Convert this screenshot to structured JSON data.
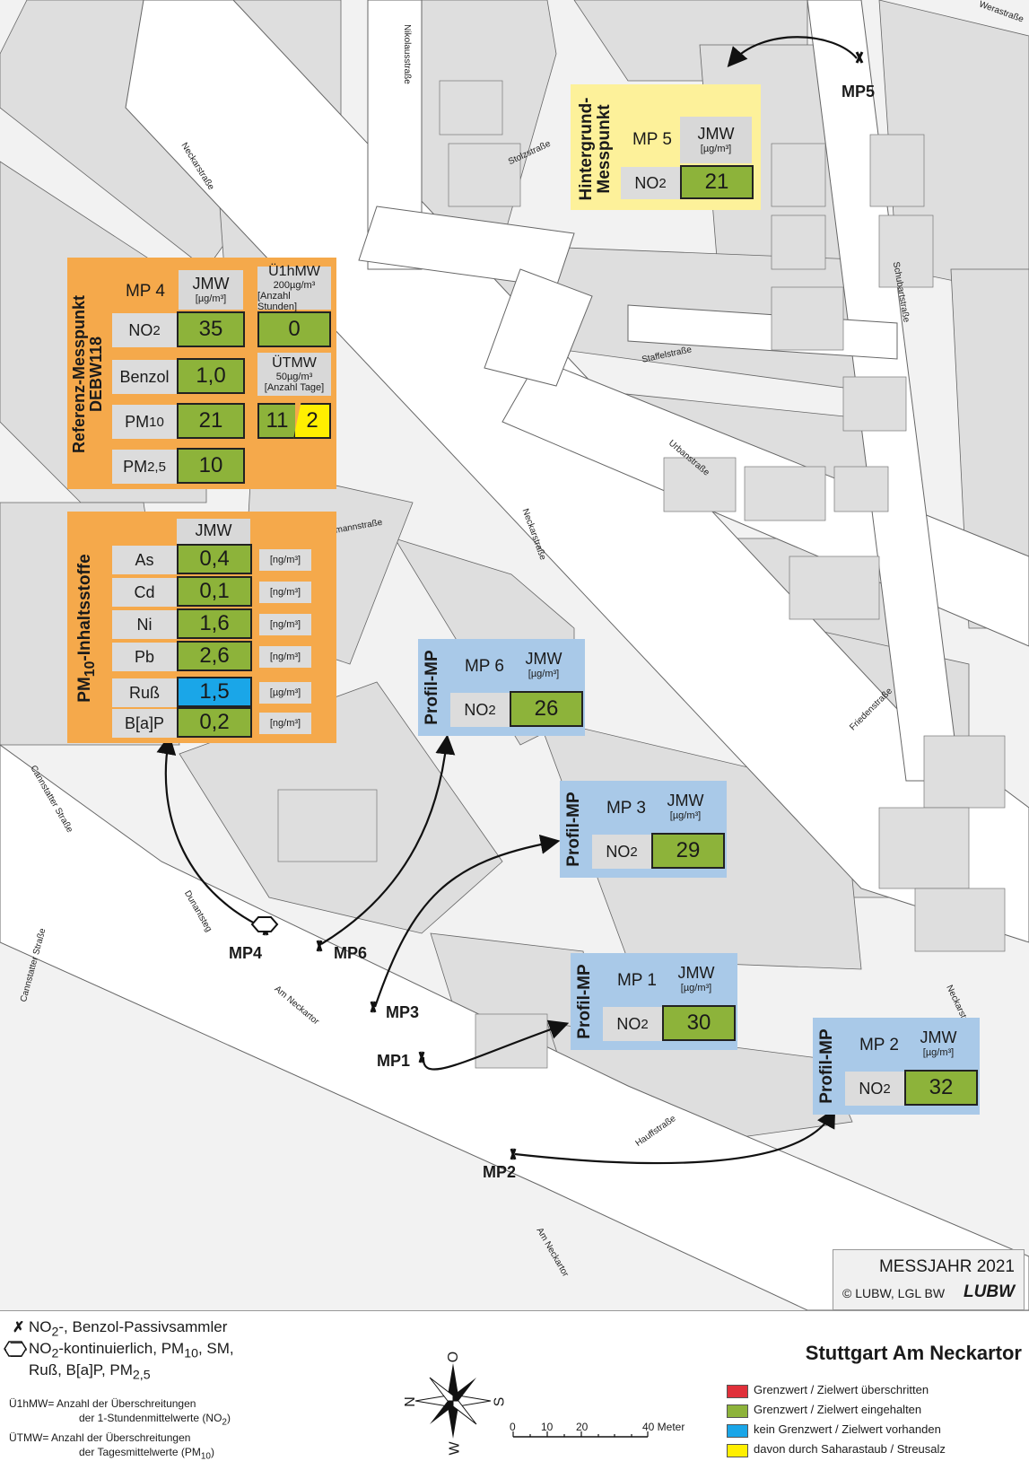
{
  "title": "Stuttgart Am Neckartor",
  "year_label": "MESSJAHR 2021",
  "copyright": "© LUBW, LGL BW",
  "logo_text": "LUBW",
  "colors": {
    "green": "#8db33a",
    "blue": "#1aa6e8",
    "yellow": "#ffef00",
    "red": "#e0303a",
    "orange": "#f5a94b",
    "paleyellow": "#fdf19a",
    "lightblue": "#a9c9e8"
  },
  "mp5": {
    "side": "Hintergrund-\nMesspunkt",
    "name": "MP 5",
    "jmw": "JMW",
    "unit": "[µg/m³]",
    "param": "NO2",
    "value": "21"
  },
  "mp4": {
    "side": "Referenz-Messpunkt\nDEBW118",
    "name": "MP 4",
    "jmw": "JMW",
    "unit": "[µg/m³]",
    "u1hmw": "Ü1hMW",
    "u1hmw_sub": "200µg/m³",
    "u1hmw_sub2": "[Anzahl Stunden]",
    "utmw": "ÜTMW",
    "utmw_sub": "50µg/m³",
    "utmw_sub2": "[Anzahl Tage]",
    "rows": [
      {
        "param": "NO2",
        "value": "35",
        "extra": "0"
      },
      {
        "param": "Benzol",
        "value": "1,0"
      },
      {
        "param": "PM10",
        "value": "21",
        "extra_a": "11",
        "extra_b": "2"
      },
      {
        "param": "PM2,5",
        "value": "10"
      }
    ]
  },
  "pm10": {
    "side": "PM10-Inhaltsstoffe",
    "jmw": "JMW",
    "rows": [
      {
        "param": "As",
        "value": "0,4",
        "unit": "[ng/m³]"
      },
      {
        "param": "Cd",
        "value": "0,1",
        "unit": "[ng/m³]"
      },
      {
        "param": "Ni",
        "value": "1,6",
        "unit": "[ng/m³]"
      },
      {
        "param": "Pb",
        "value": "2,6",
        "unit": "[ng/m³]"
      },
      {
        "param": "Ruß",
        "value": "1,5",
        "unit": "[µg/m³]"
      },
      {
        "param": "B[a]P",
        "value": "0,2",
        "unit": "[ng/m³]"
      }
    ]
  },
  "profile": [
    {
      "side": "Profil-MP",
      "name": "MP 6",
      "jmw": "JMW",
      "unit": "[µg/m³]",
      "param": "NO2",
      "value": "26"
    },
    {
      "side": "Profil-MP",
      "name": "MP 3",
      "jmw": "JMW",
      "unit": "[µg/m³]",
      "param": "NO2",
      "value": "29"
    },
    {
      "side": "Profil-MP",
      "name": "MP 1",
      "jmw": "JMW",
      "unit": "[µg/m³]",
      "param": "NO2",
      "value": "30"
    },
    {
      "side": "Profil-MP",
      "name": "MP 2",
      "jmw": "JMW",
      "unit": "[µg/m³]",
      "param": "NO2",
      "value": "32"
    }
  ],
  "markers": [
    "MP5",
    "MP4",
    "MP6",
    "MP3",
    "MP1",
    "MP2"
  ],
  "streets": [
    "Nikolausstraße",
    "Neckarstraße",
    "Stolzstraße",
    "Staffelstraße",
    "Schubartstraße",
    "Urbanstraße",
    "Neckarstraße",
    "Friedenstraße",
    "Cannstatter Straße",
    "Cannstatter Straße",
    "Dunantsteg",
    "Am Neckartor",
    "Hauffstraße",
    "Am Neckartor",
    "Neckarstraße",
    "Werastraße",
    "...mannstraße"
  ],
  "legend": {
    "passive": "NO2-, Benzol-Passivsammler",
    "continuous": "NO2-kontinuierlich, PM10, SM,",
    "continuous2": "Ruß, B[a]P, PM2,5",
    "u1h": "Ü1hMW= Anzahl der Überschreitungen",
    "u1h2": "der 1-Stundenmittelwerte (NO2)",
    "utm": "ÜTMW= Anzahl der Überschreitungen",
    "utm2": "der Tagesmittelwerte (PM10)",
    "items": [
      {
        "label": "Grenzwert / Zielwert überschritten",
        "color": "#e0303a"
      },
      {
        "label": "Grenzwert / Zielwert eingehalten",
        "color": "#8db33a"
      },
      {
        "label": "kein Grenzwert / Zielwert vorhanden",
        "color": "#1aa6e8"
      },
      {
        "label": "davon durch Saharastaub / Streusalz",
        "color": "#ffef00"
      }
    ],
    "scale": [
      "0",
      "10",
      "20",
      "40 Meter"
    ],
    "compass": [
      "N",
      "O",
      "S",
      "W"
    ]
  }
}
